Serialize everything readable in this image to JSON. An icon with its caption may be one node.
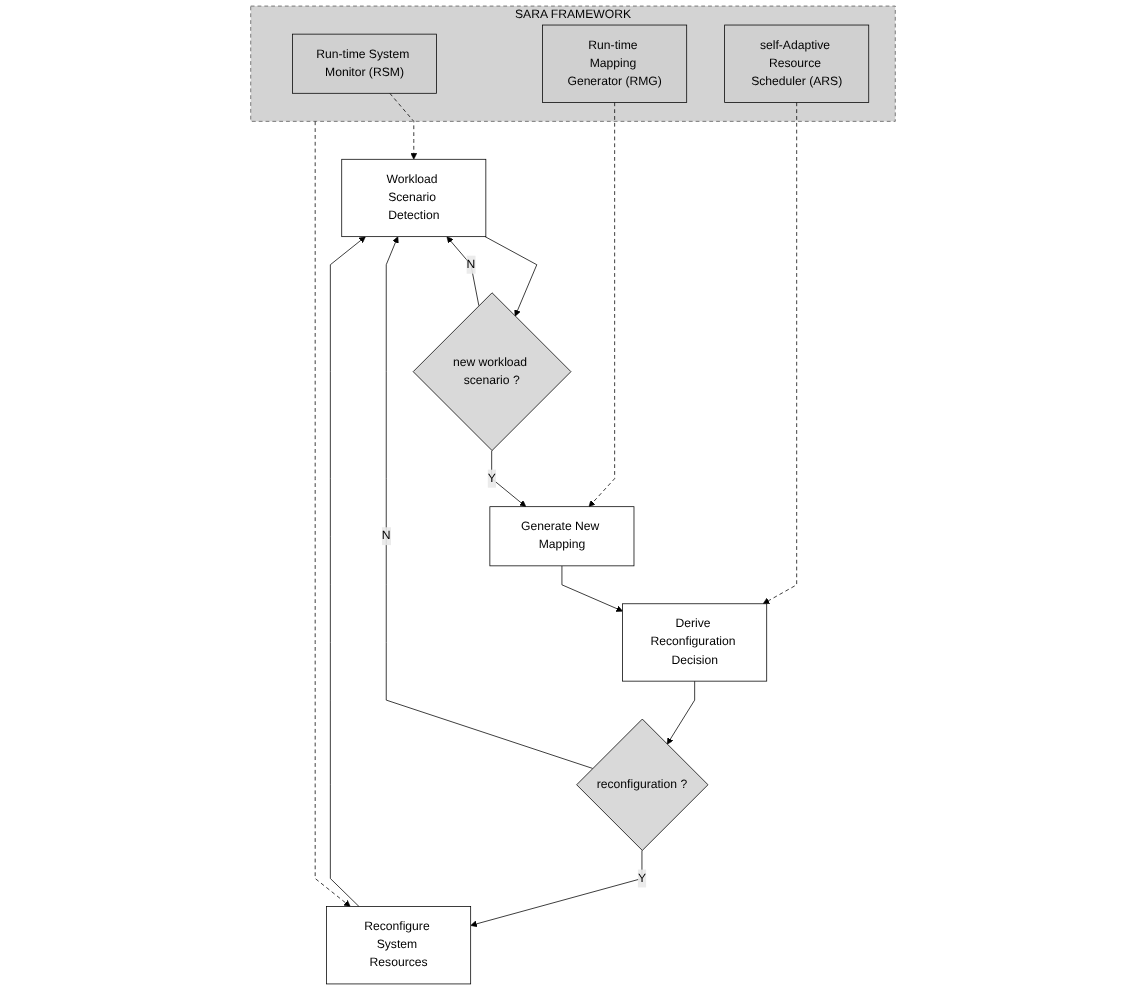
{
  "diagram": {
    "nodes": [
      {
        "text": [
          "Workload Scenario Detection"
        ]
      },
      {
        "text": [
          "new workload scenario ?"
        ]
      },
      {
        "text": [
          "Generate New Mapping"
        ]
      },
      {
        "text": [
          "Derive Reconfiguration Decision"
        ]
      },
      {
        "text": [
          "reconfiguration ?"
        ]
      },
      {
        "text": [
          "Reconfigure System Resources"
        ]
      },
      {
        "text": [
          "SARA FRAMEWORK"
        ]
      },
      {
        "text": [
          "Run-time System Monitor (RSM)"
        ],
        "in": 6
      },
      {
        "text": [
          "Run-time Mapping Generator (RMG)"
        ],
        "in": 6
      },
      {
        "text": [
          "self-Adaptive Resource Scheduler (ARS)"
        ],
        "in": 6
      }
    ],
    "edges": [
      {
        "from": 0,
        "to": 1,
        "arrow": "to"
      },
      {
        "from": 1,
        "to": 0,
        "arrow": "to",
        "label": "N"
      },
      {
        "from": 1,
        "to": 2,
        "arrow": "to",
        "label": "Y"
      },
      {
        "from": 2,
        "to": 3,
        "arrow": "to"
      },
      {
        "from": 3,
        "to": 4,
        "arrow": "to"
      },
      {
        "from": 4,
        "to": 0,
        "arrow": "to",
        "label": "N"
      },
      {
        "from": 4,
        "to": 5,
        "arrow": "to",
        "label": "Y"
      },
      {
        "from": 5,
        "to": 0,
        "arrow": "to"
      },
      {
        "from": 7,
        "to": 0,
        "arrow": "to",
        "style": "dashed"
      },
      {
        "from": 8,
        "to": 2,
        "arrow": "to",
        "style": "dashed"
      },
      {
        "from": 9,
        "to": 3,
        "arrow": "to",
        "style": "dashed"
      },
      {
        "from": 6,
        "to": 5,
        "arrow": "to",
        "style": "dashed"
      }
    ]
  }
}
